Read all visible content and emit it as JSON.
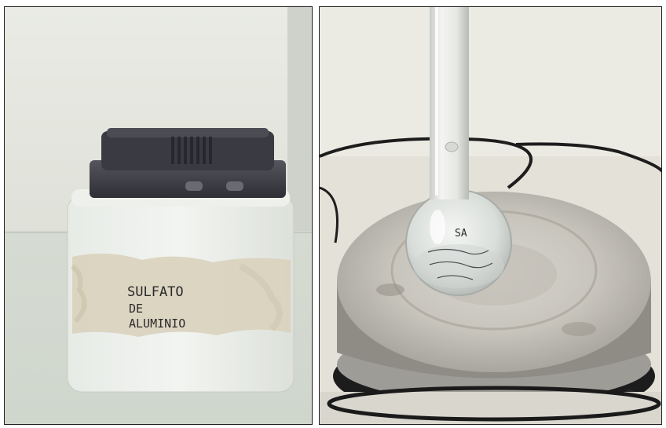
{
  "left_photo": {
    "jar_label": {
      "line1": "SULFATO",
      "line2": "DE",
      "line3": "ALUMINIO"
    }
  },
  "right_photo": {
    "flask_label": "SA"
  }
}
